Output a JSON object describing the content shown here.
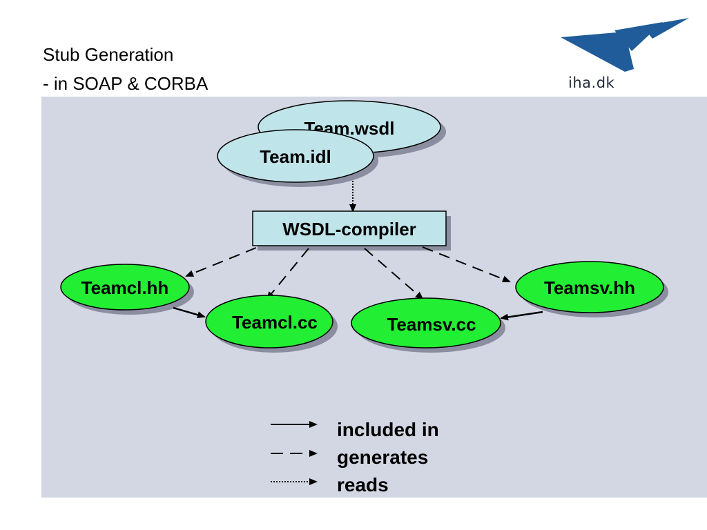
{
  "title": {
    "line1": "Stub Generation",
    "line2": "- in SOAP & CORBA"
  },
  "logo": {
    "text": "iha.dk",
    "icon": "wings-logo-icon",
    "color": "#1f5c99"
  },
  "colors": {
    "panel": "#d3d6e3",
    "input_fill": "#bfe4ea",
    "output_fill": "#22ee33",
    "shadow": "#8a8ea0"
  },
  "diagram": {
    "nodes": {
      "team_wsdl": "Team.wsdl",
      "team_idl": "Team.idl",
      "compiler": "WSDL-compiler",
      "teamcl_hh": "Teamcl.hh",
      "teamcl_cc": "Teamcl.cc",
      "teamsv_cc": "Teamsv.cc",
      "teamsv_hh": "Teamsv.hh"
    },
    "edges": [
      {
        "from": "Team.idl",
        "to": "WSDL-compiler",
        "type": "reads"
      },
      {
        "from": "WSDL-compiler",
        "to": "Teamcl.hh",
        "type": "generates"
      },
      {
        "from": "WSDL-compiler",
        "to": "Teamcl.cc",
        "type": "generates"
      },
      {
        "from": "WSDL-compiler",
        "to": "Teamsv.cc",
        "type": "generates"
      },
      {
        "from": "WSDL-compiler",
        "to": "Teamsv.hh",
        "type": "generates"
      },
      {
        "from": "Teamcl.hh",
        "to": "Teamcl.cc",
        "type": "included in"
      },
      {
        "from": "Teamsv.hh",
        "to": "Teamsv.cc",
        "type": "included in"
      }
    ]
  },
  "legend": {
    "included": "included in",
    "generates": "generates",
    "reads": "reads"
  }
}
